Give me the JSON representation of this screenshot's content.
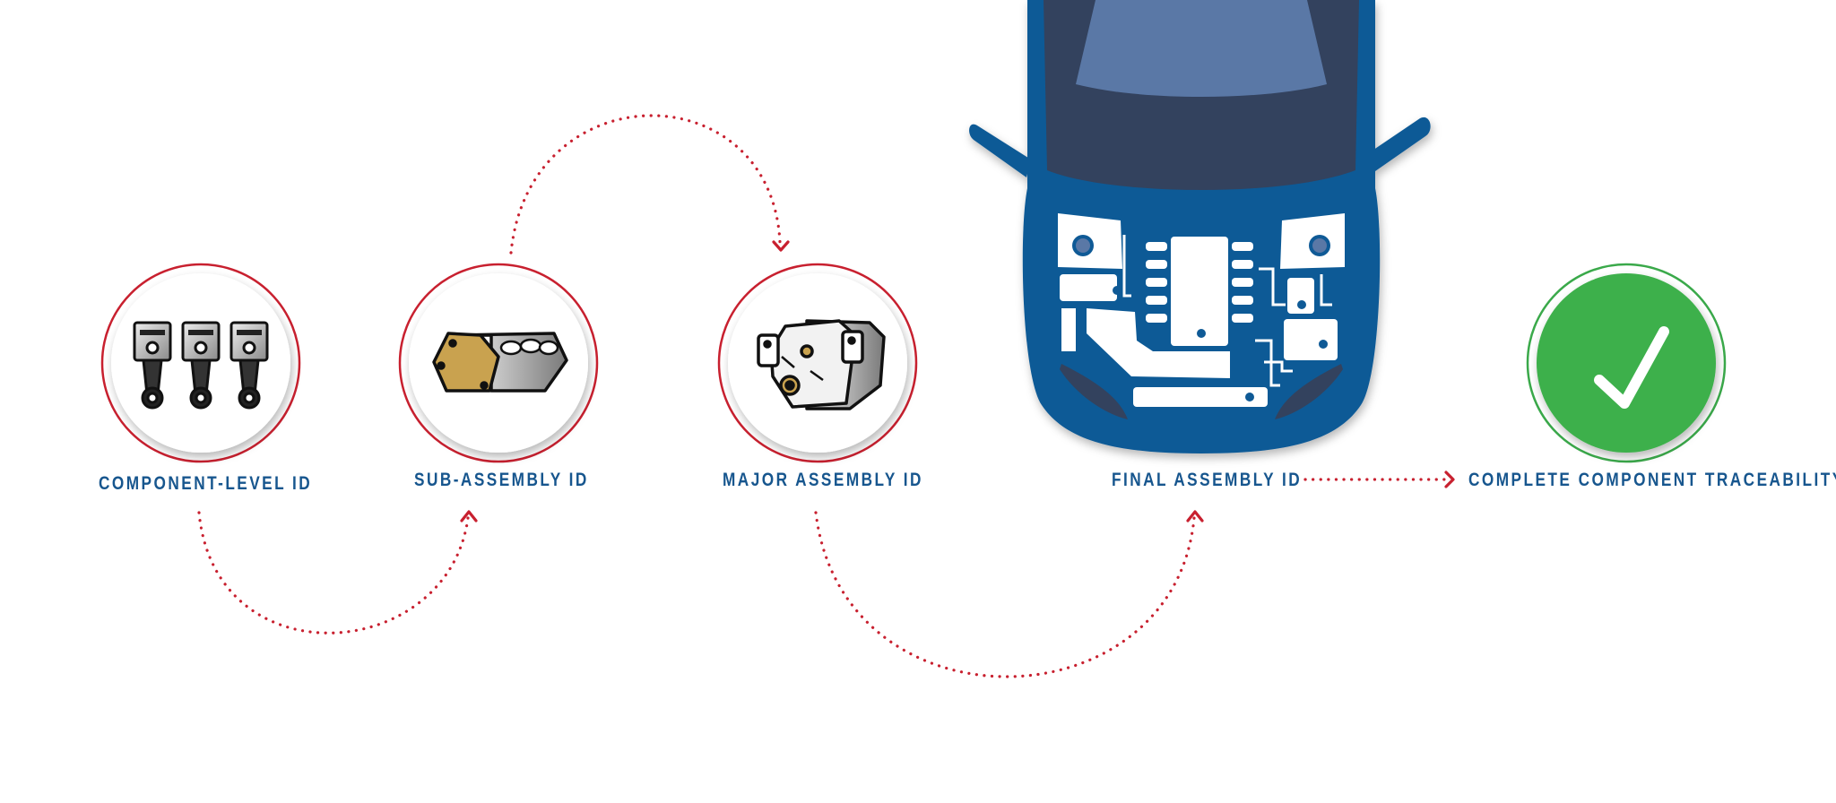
{
  "colors": {
    "label_blue": "#17568e",
    "arrow_red": "#c8202f",
    "ring_red": "#c8202f",
    "ring_green": "#3aa94a",
    "check_green": "#3db04b",
    "car_body": "#0f5a96",
    "car_dark": "#33425e",
    "car_glass": "#5a78a6"
  },
  "steps": [
    {
      "id": "component",
      "label": "COMPONENT-LEVEL ID",
      "icon": "pistons-icon"
    },
    {
      "id": "subassembly",
      "label": "SUB-ASSEMBLY ID",
      "icon": "engine-block-icon"
    },
    {
      "id": "major",
      "label": "MAJOR ASSEMBLY ID",
      "icon": "engine-icon"
    },
    {
      "id": "final",
      "label": "FINAL ASSEMBLY ID",
      "icon": "car-top-view-icon"
    },
    {
      "id": "complete",
      "label": "COMPLETE COMPONENT TRACEABILITY",
      "icon": "checkmark-icon"
    }
  ]
}
